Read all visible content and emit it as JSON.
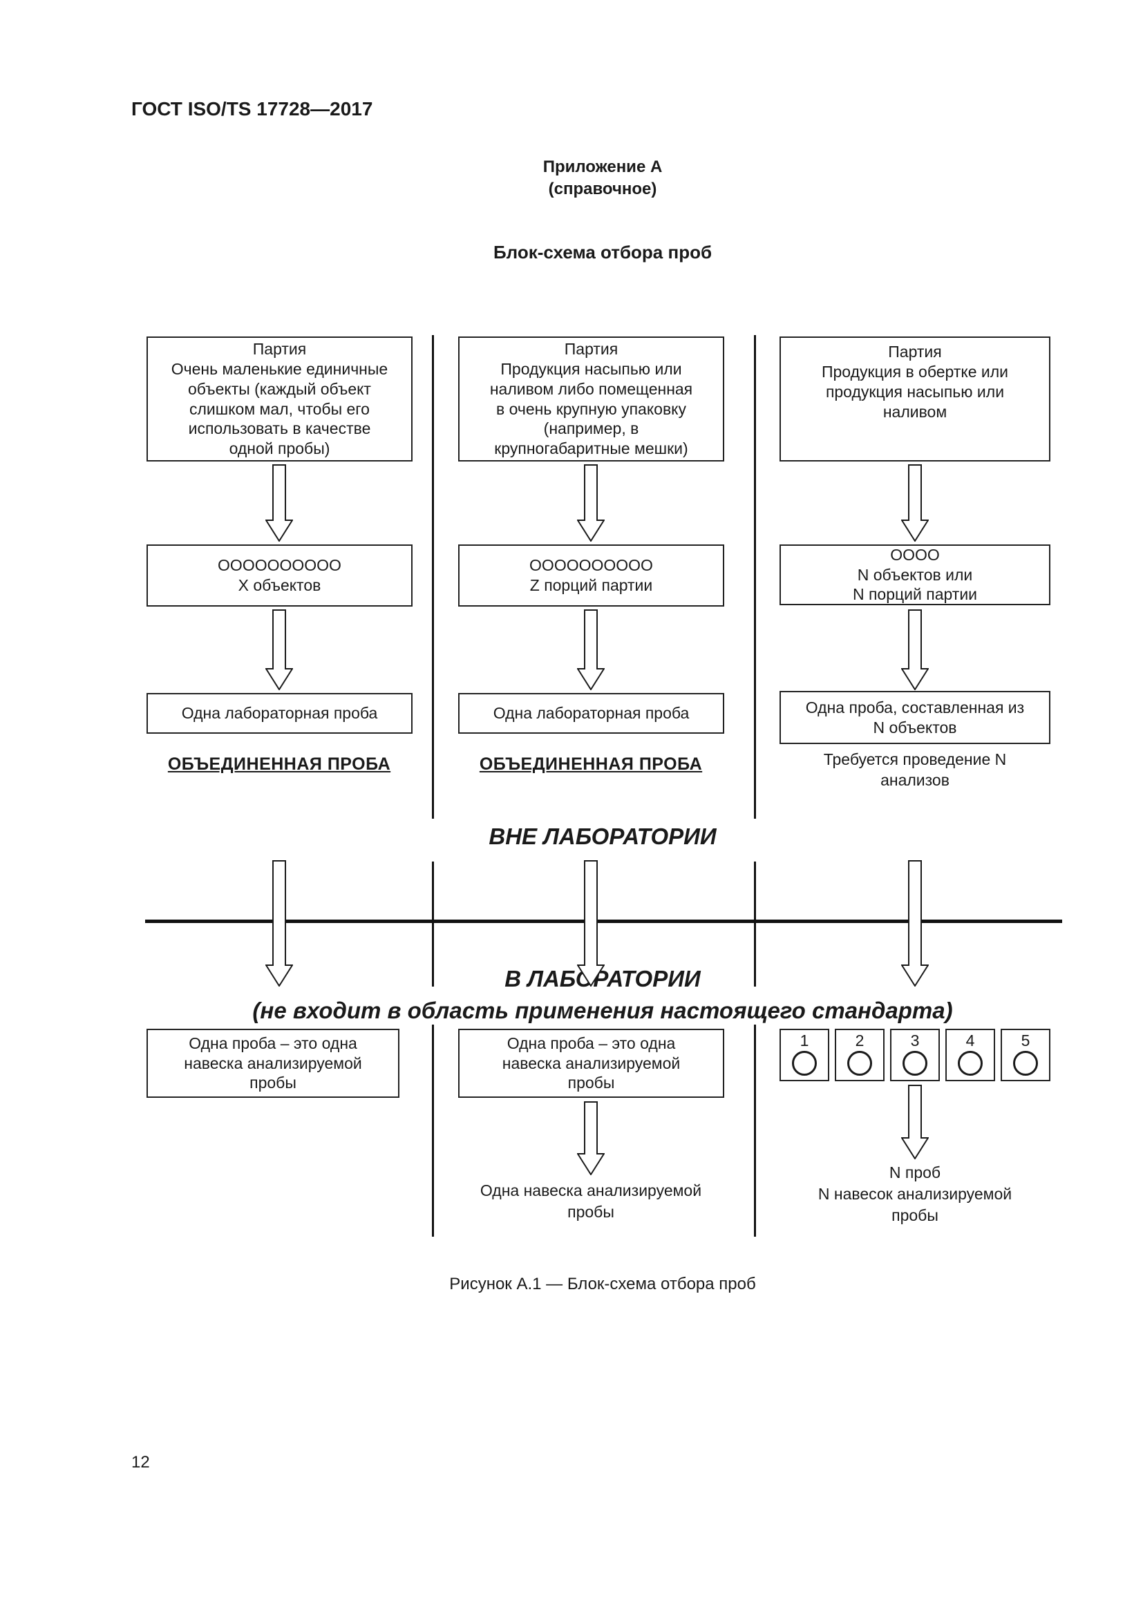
{
  "header": {
    "standard": "ГОСТ ISO/TS 17728—2017",
    "page_number": "12"
  },
  "titles": {
    "annex": "Приложение А",
    "annex_type": "(справочное)",
    "diagram": "Блок-схема отбора проб",
    "caption": "Рисунок А.1 — Блок-схема отбора проб"
  },
  "zones": {
    "outside_lab": "ВНЕ ЛАБОРАТОРИИ",
    "in_lab": "В ЛАБОРАТОРИИ",
    "in_lab_note": "(не входит в область применения настоящего стандарта)"
  },
  "columns": [
    {
      "lot": "Партия\nОчень маленькие единичные\nобъекты (каждый объект\nслишком мал, чтобы его\nиспользовать в качестве\nодной пробы)",
      "units": "ОООООООООО\nX объектов",
      "lab_sample": "Одна лабораторная проба",
      "combined_label": "ОБЪЕДИНЕННАЯ ПРОБА",
      "portion": "Одна проба – это одна\nнавеска анализируемой\nпробы"
    },
    {
      "lot": "Партия\nПродукция насыпью или\nналивом либо помещенная\nв очень крупную упаковку\n(например, в\nкрупногабаритные мешки)",
      "units": "ОООООООООО\nZ порций партии",
      "lab_sample": "Одна лабораторная проба",
      "combined_label": "ОБЪЕДИНЕННАЯ ПРОБА",
      "portion": "Одна проба – это одна\nнавеска анализируемой\nпробы",
      "result": "Одна навеска анализируемой\nпробы"
    },
    {
      "lot": "Партия\nПродукция в обертке или\nпродукция насыпью или\nналивом",
      "units": "ОООО\nN объектов или\nN порций партии",
      "sample": "Одна проба, составленная из\nN объектов",
      "analyses_note": "Требуется проведение N\nанализов",
      "cells": [
        "1",
        "2",
        "3",
        "4",
        "5"
      ],
      "result": "N проб\nN навесок анализируемой\nпробы"
    }
  ]
}
